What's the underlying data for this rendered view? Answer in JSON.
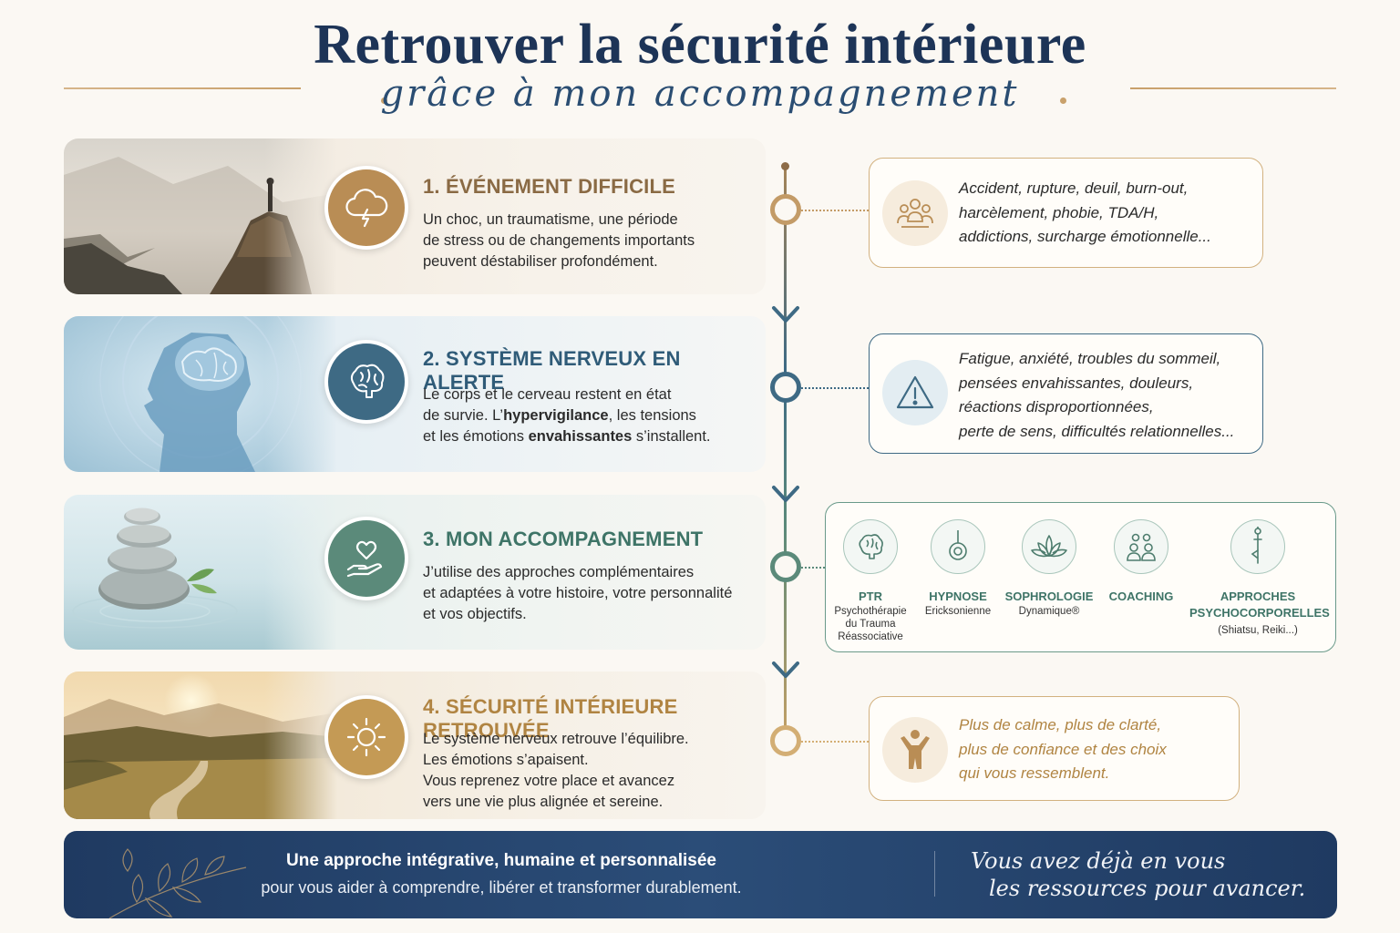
{
  "header": {
    "title": "Retrouver la sécurité intérieure",
    "subtitle": "grâce à mon accompagnement"
  },
  "steps": [
    {
      "title": "1. ÉVÉNEMENT DIFFICILE",
      "lines": [
        "Un choc, un traumatisme, une période",
        "de stress ou de changements importants",
        "peuvent déstabiliser profondément."
      ],
      "icon": "storm-cloud-icon",
      "color": "#b98d55"
    },
    {
      "title": "2. SYSTÈME NERVEUX EN ALERTE",
      "line1": "Le corps et le cerveau restent en état",
      "line2_pre": "de survie. L’",
      "line2_bold": "hypervigilance",
      "line2_post": ", les tensions",
      "line3_pre": "et les émotions ",
      "line3_bold": "envahissantes",
      "line3_post": " s’installent.",
      "icon": "brain-icon",
      "color": "#3e6a84"
    },
    {
      "title": "3. MON ACCOMPAGNEMENT",
      "lines": [
        "J’utilise des approches complémentaires",
        "et adaptées à votre histoire, votre personnalité",
        "et vos objectifs."
      ],
      "icon": "heart-hand-icon",
      "color": "#5b8a7a"
    },
    {
      "title": "4. SÉCURITÉ INTÉRIEURE RETROUVÉE",
      "lines": [
        "Le système nerveux retrouve l’équilibre.",
        "Les émotions s’apaisent.",
        "Vous reprenez votre place et avancez",
        "vers une vie plus alignée et sereine."
      ],
      "icon": "sun-icon",
      "color": "#c49a55"
    }
  ],
  "info": [
    {
      "lines": [
        "Accident, rupture, deuil, burn-out,",
        "harcèlement, phobie, TDA/H,",
        "addictions, surcharge émotionnelle..."
      ],
      "icon": "group-icon"
    },
    {
      "lines": [
        "Fatigue, anxiété, troubles du sommeil,",
        "pensées envahissantes, douleurs,",
        "réactions disproportionnées,",
        "perte de sens, difficultés relationnelles..."
      ],
      "icon": "warning-icon"
    },
    {
      "lines": [
        "Plus de calme, plus de clarté,",
        "plus de confiance et des choix",
        "qui vous ressemblent."
      ],
      "icon": "person-joy-icon"
    }
  ],
  "methods": [
    {
      "name": "PTR",
      "sub": [
        "Psychothérapie",
        "du Trauma",
        "Réassociative"
      ],
      "icon": "brain-icon"
    },
    {
      "name": "HYPNOSE",
      "sub": [
        "Ericksonienne"
      ],
      "icon": "pendulum-icon"
    },
    {
      "name": "SOPHROLOGIE",
      "sub": [
        "Dynamique®"
      ],
      "icon": "lotus-icon"
    },
    {
      "name": "COACHING",
      "sub": [],
      "icon": "people-icon"
    },
    {
      "name": "APPROCHES",
      "name2": "PSYCHOCORPORELLES",
      "sub": [
        "(Shiatsu, Reiki...)"
      ],
      "icon": "yoga-icon"
    }
  ],
  "footer": {
    "line1": "Une approche intégrative, humaine et personnalisée",
    "line2": "pour vous aider à comprendre, libérer et transformer durablement.",
    "quote1": "Vous avez déjà en vous",
    "quote2": "les ressources pour avancer."
  }
}
